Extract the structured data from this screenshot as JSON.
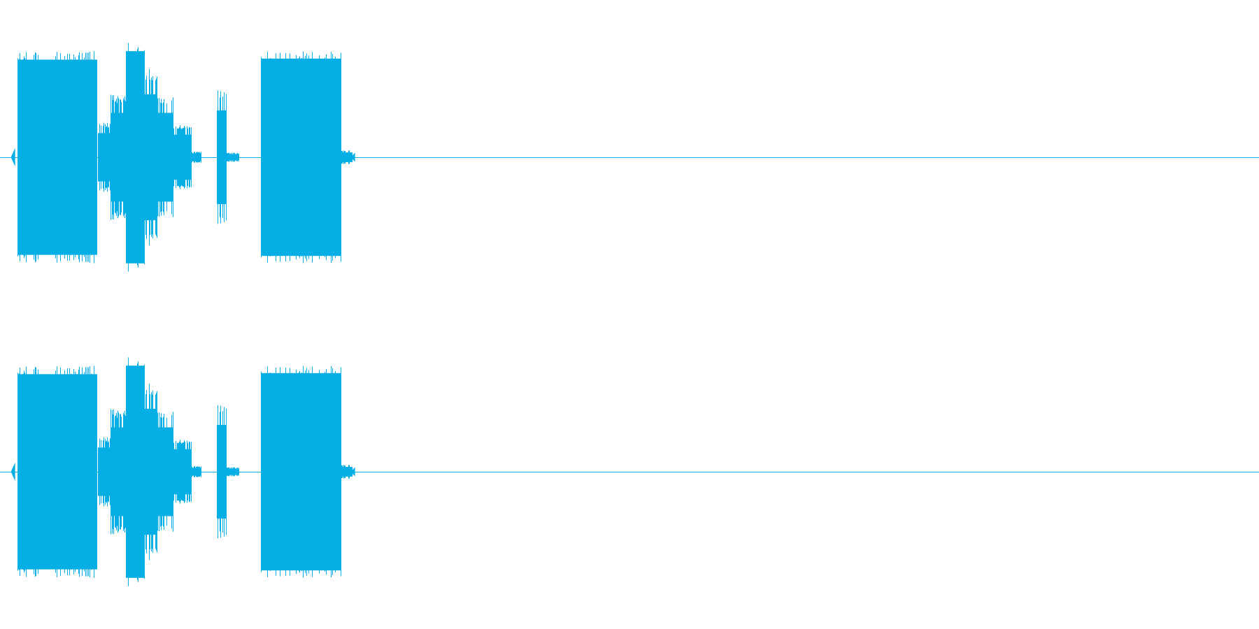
{
  "colors": {
    "background": "#ffffff",
    "waveform": "#05aee4",
    "baseline": "#05aee4"
  },
  "channels": [
    {
      "label": "",
      "segments": [
        {
          "start": 0.014,
          "end": 0.077,
          "peak": 0.92
        },
        {
          "start": 0.078,
          "end": 0.088,
          "peak": 0.3
        },
        {
          "start": 0.088,
          "end": 0.1,
          "peak": 0.55
        },
        {
          "start": 0.1,
          "end": 0.115,
          "peak": 1.0
        },
        {
          "start": 0.115,
          "end": 0.125,
          "peak": 0.78
        },
        {
          "start": 0.125,
          "end": 0.138,
          "peak": 0.55
        },
        {
          "start": 0.138,
          "end": 0.152,
          "peak": 0.28
        },
        {
          "start": 0.152,
          "end": 0.16,
          "peak": 0.05
        },
        {
          "start": 0.172,
          "end": 0.18,
          "peak": 0.58
        },
        {
          "start": 0.18,
          "end": 0.19,
          "peak": 0.04
        },
        {
          "start": 0.207,
          "end": 0.271,
          "peak": 0.93
        },
        {
          "start": 0.271,
          "end": 0.28,
          "peak": 0.06
        }
      ]
    },
    {
      "label": "",
      "segments": [
        {
          "start": 0.014,
          "end": 0.077,
          "peak": 0.92
        },
        {
          "start": 0.078,
          "end": 0.088,
          "peak": 0.3
        },
        {
          "start": 0.088,
          "end": 0.1,
          "peak": 0.55
        },
        {
          "start": 0.1,
          "end": 0.115,
          "peak": 1.0
        },
        {
          "start": 0.115,
          "end": 0.125,
          "peak": 0.78
        },
        {
          "start": 0.125,
          "end": 0.138,
          "peak": 0.55
        },
        {
          "start": 0.138,
          "end": 0.152,
          "peak": 0.28
        },
        {
          "start": 0.152,
          "end": 0.16,
          "peak": 0.05
        },
        {
          "start": 0.172,
          "end": 0.18,
          "peak": 0.58
        },
        {
          "start": 0.18,
          "end": 0.19,
          "peak": 0.04
        },
        {
          "start": 0.207,
          "end": 0.271,
          "peak": 0.93
        },
        {
          "start": 0.271,
          "end": 0.28,
          "peak": 0.06
        }
      ]
    }
  ]
}
